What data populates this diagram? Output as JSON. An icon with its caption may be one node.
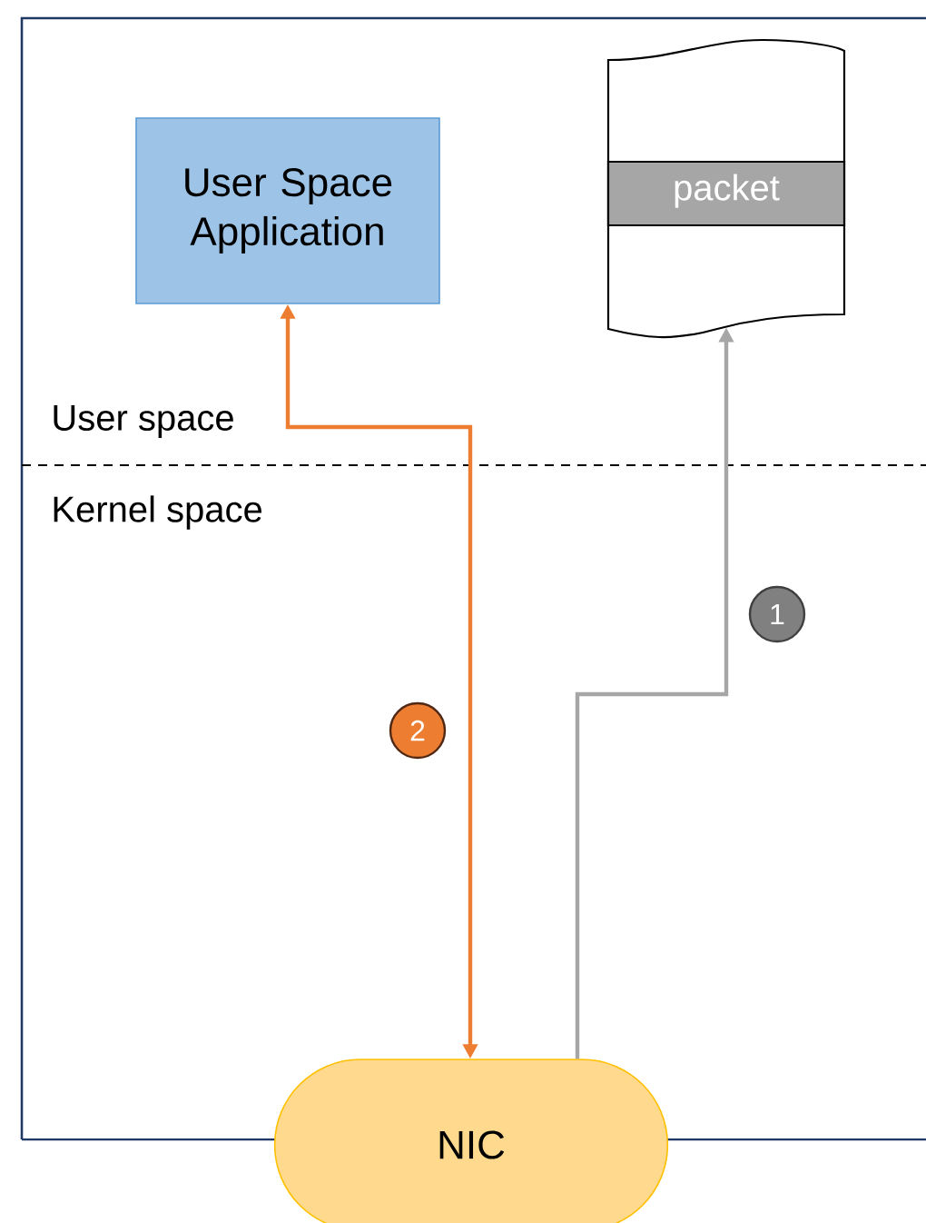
{
  "diagram": {
    "nodes": [
      {
        "text": [
          "User Space Application"
        ]
      },
      {
        "text": [
          "packet"
        ]
      },
      {
        "text": [
          "NIC"
        ]
      }
    ],
    "edges": [
      {
        "from": 0,
        "to": 2,
        "arrow": "both",
        "color": "#ed7d31"
      },
      {
        "from": 2,
        "to": 1,
        "arrow": "to",
        "color": "#a6a6a6"
      }
    ],
    "labels": [
      "User space",
      "Kernel space",
      "1",
      "2"
    ]
  }
}
